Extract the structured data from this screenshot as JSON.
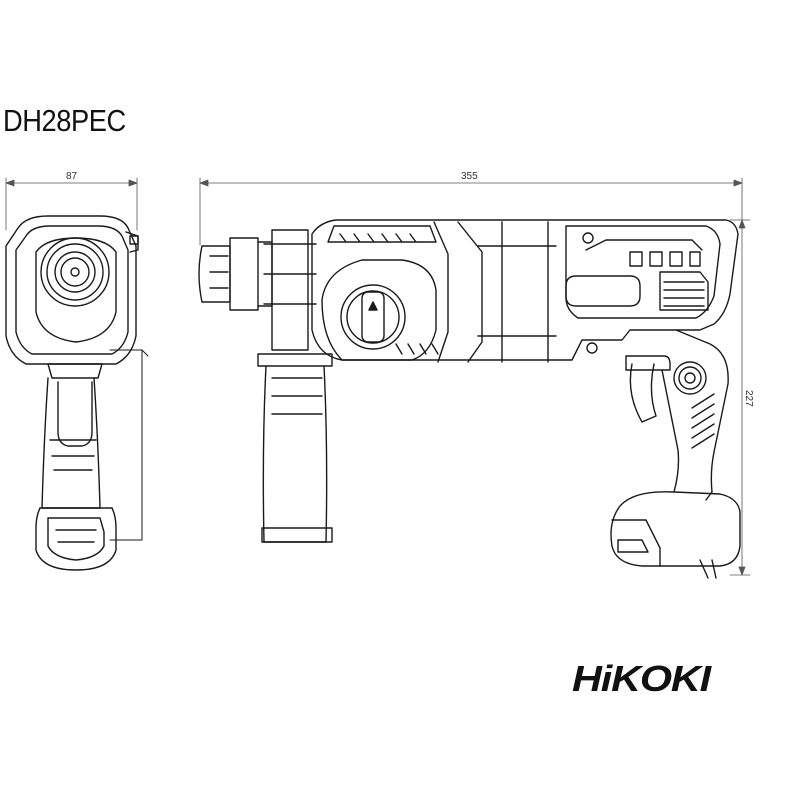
{
  "model": "DH28PEC",
  "dimensions": {
    "width": "87",
    "length": "355",
    "height": "227"
  },
  "brand": "HiKOKI",
  "colors": {
    "line": "#1a1a1a",
    "dim_line": "#555555"
  }
}
